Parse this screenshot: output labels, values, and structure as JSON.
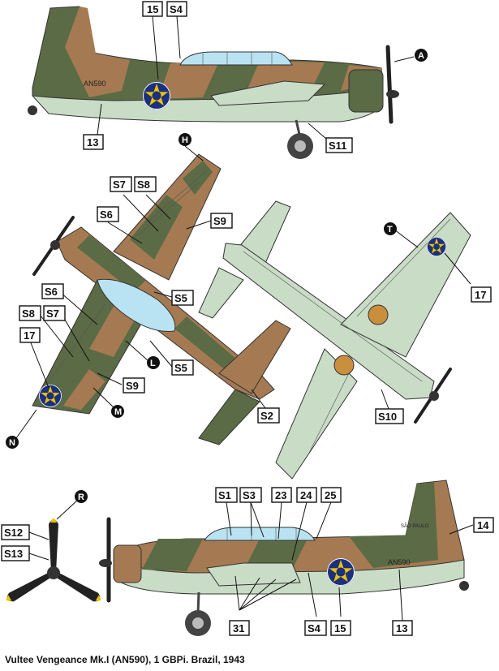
{
  "caption": "Vultee Vengeance Mk.I (AN590), 1 GBPi. Brazil, 1943",
  "serial": "AN590",
  "fuselage_nose_text": "SÃO PAULO",
  "colors": {
    "camo_green": "#5a6b45",
    "camo_brown": "#a57a52",
    "underside": "#c9dcc6",
    "canopy": "#b9e3f2",
    "roundel_blue": "#1d2f7f",
    "roundel_yellow": "#e8c400",
    "roundel_star": "#ffffff",
    "cowl_ring": "#c98f3d",
    "prop": "#222222",
    "prop_tip": "#e8c400"
  },
  "labels": {
    "side_top": {
      "l15": "15",
      "lS4": "S4",
      "l13": "13",
      "lS11": "S11",
      "cA": "A"
    },
    "plan_top": {
      "cH": "H",
      "lS7a": "S7",
      "lS8a": "S8",
      "lS6a": "S6",
      "lS9a": "S9",
      "lS5a": "S5",
      "lS6b": "S6",
      "lS8b": "S8",
      "lS7b": "S7",
      "l17a": "17",
      "cL": "L",
      "lS5b": "S5",
      "lS9b": "S9",
      "cM": "M",
      "cN": "N",
      "lS2": "S2"
    },
    "plan_bottom": {
      "cT": "T",
      "l17b": "17",
      "lS10": "S10"
    },
    "side_bottom": {
      "lS1": "S1",
      "lS3": "S3",
      "l23": "23",
      "l24": "24",
      "l25": "25",
      "l14": "14",
      "lS4b": "S4",
      "l15b": "15",
      "l13b": "13",
      "l31": "31"
    },
    "prop": {
      "cR": "R",
      "lS12": "S12",
      "lS13": "S13"
    }
  }
}
